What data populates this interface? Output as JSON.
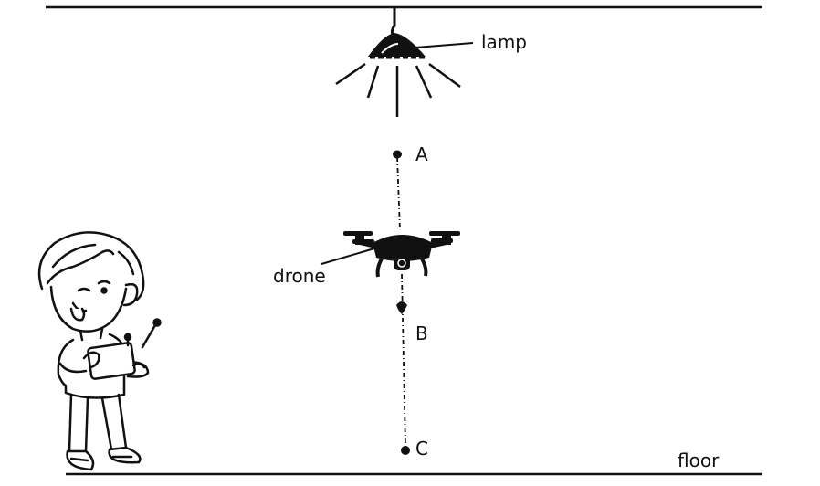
{
  "labels": {
    "lamp": "lamp",
    "drone": "drone",
    "floor": "floor",
    "point_a": "A",
    "point_b": "B",
    "point_c": "C"
  },
  "colors": {
    "ink": "#111111",
    "background": "#ffffff"
  }
}
